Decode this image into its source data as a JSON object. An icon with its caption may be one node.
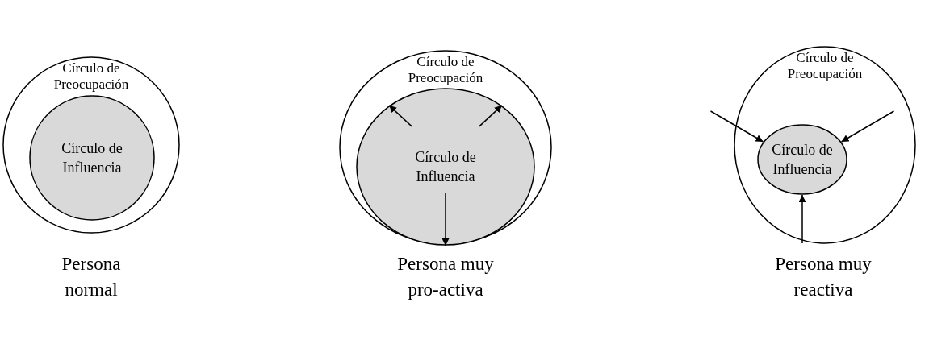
{
  "diagram": {
    "nodes": [
      {
        "text": [
          "Círculo de Preocupación"
        ]
      },
      {
        "text": [
          "Círculo de Influencia"
        ],
        "in": 0
      },
      {
        "text": [
          "Círculo de Preocupación"
        ]
      },
      {
        "text": [
          "Círculo de Influencia"
        ],
        "in": 2
      },
      {
        "text": [
          "Círculo de Preocupación"
        ]
      },
      {
        "text": [
          "Círculo de Influencia"
        ],
        "in": 4
      }
    ],
    "edges": [
      {
        "from": null,
        "to": 3,
        "arrow": "to"
      },
      {
        "from": null,
        "to": 3,
        "arrow": "to"
      },
      {
        "from": null,
        "to": 3,
        "arrow": "to"
      },
      {
        "from": null,
        "to": 5,
        "arrow": "to"
      },
      {
        "from": null,
        "to": 5,
        "arrow": "to"
      },
      {
        "from": null,
        "to": 5,
        "arrow": "to"
      }
    ],
    "labels": [
      "Persona normal",
      "Persona muy pro-activa",
      "Persona muy reactiva"
    ]
  }
}
